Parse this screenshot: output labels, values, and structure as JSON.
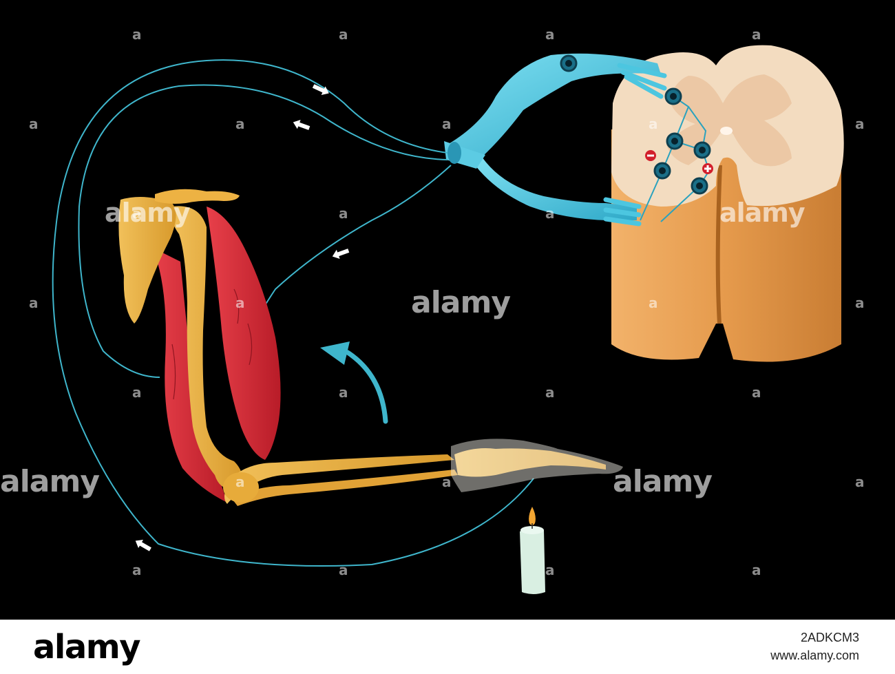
{
  "watermark": {
    "word": "alamy",
    "mark": "a"
  },
  "footer": {
    "logo": "alamy",
    "image_id": "2ADKCM3",
    "url": "www.alamy.com"
  },
  "colors": {
    "background": "#000000",
    "nerve": "#3fb6cc",
    "ganglion": "#4cc6e0",
    "bone": "#e5a935",
    "muscle": "#d92a34",
    "cord_grey": "#f3dcc0",
    "cord_white": "#e59a4c",
    "candle": "#d9efe2",
    "flame": "#f3a632"
  },
  "icons": [
    "direction-arrow-icon",
    "movement-arrow-icon",
    "inhibitory-minus-icon",
    "excitatory-plus-icon",
    "candle-flame-icon"
  ]
}
